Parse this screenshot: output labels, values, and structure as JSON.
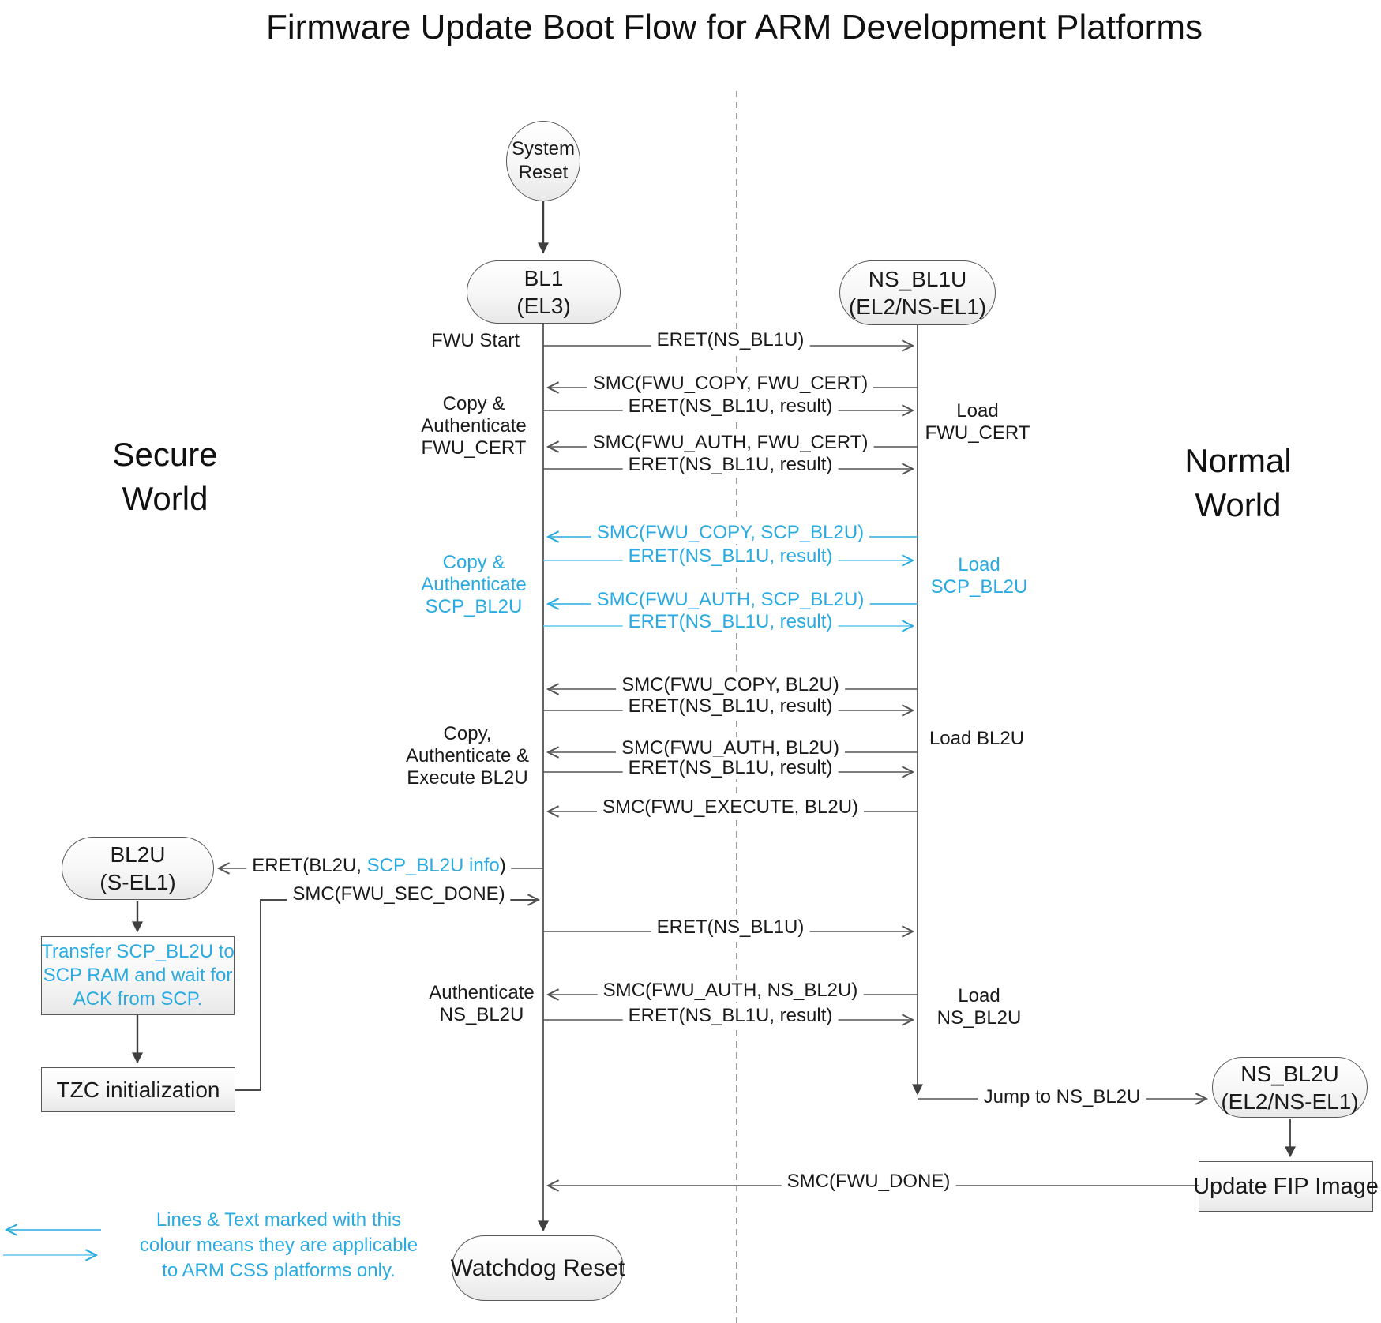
{
  "title": "Firmware Update Boot Flow for ARM Development Platforms",
  "worlds": {
    "secure": [
      "Secure",
      "World"
    ],
    "normal": [
      "Normal",
      "World"
    ]
  },
  "nodes": {
    "system_reset": {
      "lines": [
        "System",
        "Reset"
      ]
    },
    "bl1": {
      "lines": [
        "BL1",
        "(EL3)"
      ]
    },
    "ns_bl1u": {
      "lines": [
        "NS_BL1U",
        "(EL2/NS-EL1)"
      ]
    },
    "bl2u": {
      "lines": [
        "BL2U",
        "(S-EL1)"
      ]
    },
    "transfer_scp": {
      "lines": [
        "Transfer SCP_BL2U to",
        "SCP RAM and wait for",
        "ACK from SCP."
      ]
    },
    "tzc": {
      "text": "TZC initialization"
    },
    "ns_bl2u": {
      "lines": [
        "NS_BL2U",
        "(EL2/NS-EL1)"
      ]
    },
    "update_fip": {
      "text": "Update FIP Image"
    },
    "watchdog": {
      "text": "Watchdog Reset"
    }
  },
  "messages": [
    {
      "label": "ERET(NS_BL1U)",
      "direction": "right",
      "css_only": false
    },
    {
      "label": "SMC(FWU_COPY, FWU_CERT)",
      "direction": "left",
      "css_only": false
    },
    {
      "label": "ERET(NS_BL1U, result)",
      "direction": "right",
      "css_only": false
    },
    {
      "label": "SMC(FWU_AUTH, FWU_CERT)",
      "direction": "left",
      "css_only": false
    },
    {
      "label": "ERET(NS_BL1U, result)",
      "direction": "right",
      "css_only": false
    },
    {
      "label": "SMC(FWU_COPY, SCP_BL2U)",
      "direction": "left",
      "css_only": true
    },
    {
      "label": "ERET(NS_BL1U, result)",
      "direction": "right",
      "css_only": true
    },
    {
      "label": "SMC(FWU_AUTH, SCP_BL2U)",
      "direction": "left",
      "css_only": true
    },
    {
      "label": "ERET(NS_BL1U, result)",
      "direction": "right",
      "css_only": true
    },
    {
      "label": "SMC(FWU_COPY, BL2U)",
      "direction": "left",
      "css_only": false
    },
    {
      "label": "ERET(NS_BL1U, result)",
      "direction": "right",
      "css_only": false
    },
    {
      "label": "SMC(FWU_AUTH, BL2U)",
      "direction": "left",
      "css_only": false
    },
    {
      "label": "ERET(NS_BL1U, result)",
      "direction": "right",
      "css_only": false
    },
    {
      "label": "SMC(FWU_EXECUTE, BL2U)",
      "direction": "left",
      "css_only": false
    },
    {
      "prefix": "ERET(BL2U, ",
      "highlight": "SCP_BL2U info",
      "suffix": ")",
      "direction": "left",
      "css_only": false
    },
    {
      "label": "SMC(FWU_SEC_DONE)",
      "direction": "right",
      "css_only": false
    },
    {
      "label": "ERET(NS_BL1U)",
      "direction": "right",
      "css_only": false
    },
    {
      "label": "SMC(FWU_AUTH, NS_BL2U)",
      "direction": "left",
      "css_only": false
    },
    {
      "label": "ERET(NS_BL1U, result)",
      "direction": "right",
      "css_only": false
    },
    {
      "label": "Jump to NS_BL2U",
      "direction": "right",
      "css_only": false
    },
    {
      "label": "SMC(FWU_DONE)",
      "direction": "left",
      "css_only": false
    }
  ],
  "side_labels": {
    "fwu_start": "FWU Start",
    "copy_auth_fwu_cert": [
      "Copy &",
      "Authenticate",
      "FWU_CERT"
    ],
    "load_fwu_cert": [
      "Load",
      "FWU_CERT"
    ],
    "copy_auth_scp_bl2u": [
      "Copy &",
      "Authenticate",
      "SCP_BL2U"
    ],
    "load_scp_bl2u": [
      "Load",
      "SCP_BL2U"
    ],
    "copy_auth_exec_bl2u": [
      "Copy,",
      "Authenticate &",
      "Execute BL2U"
    ],
    "load_bl2u": "Load BL2U",
    "auth_ns_bl2u": [
      "Authenticate",
      "NS_BL2U"
    ],
    "load_ns_bl2u": [
      "Load",
      "NS_BL2U"
    ]
  },
  "legend": {
    "lines": [
      "Lines & Text marked with this",
      "colour means they are applicable",
      "to ARM CSS platforms only."
    ]
  },
  "colors": {
    "css_only_blue": "#29abe2",
    "message_line": "#545454",
    "flow_arrow": "#3f3f3f",
    "divider": "#808080"
  }
}
